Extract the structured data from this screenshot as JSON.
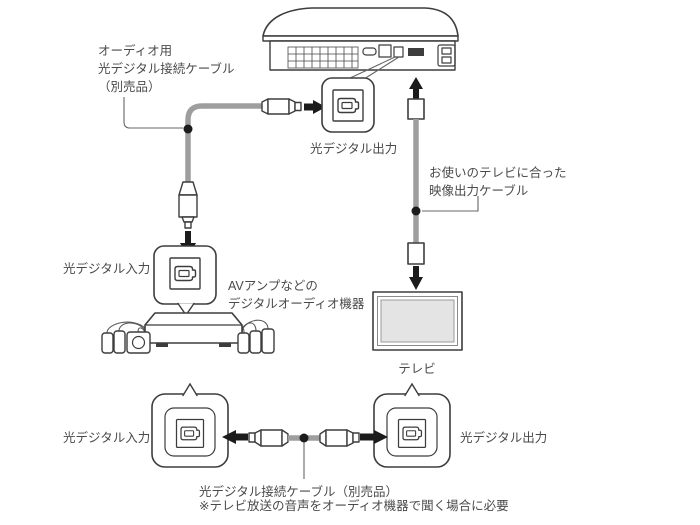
{
  "labels": {
    "audio_note": [
      "オーディオ用",
      "光デジタル接続ケーブル",
      "（別売品）"
    ],
    "optical_out_top": "光デジタル出力",
    "video_note": [
      "お使いのテレビに合った",
      "映像出力ケーブル"
    ],
    "optical_in_mid": "光デジタル入力",
    "av_device_note": [
      "AVアンプなどの",
      "デジタルオーディオ機器"
    ],
    "tv": "テレビ",
    "optical_in_bottom": "光デジタル入力",
    "optical_out_bottom": "光デジタル出力",
    "cable_caption": [
      "光デジタル接続ケーブル（別売品）",
      "※テレビ放送の音声をオーディオ機器で聞く場合に必要"
    ]
  },
  "colors": {
    "outline": "#3d3d3d",
    "cable": "#9e9e9e",
    "arrow": "#1c1c1c",
    "text": "#4a4a4a",
    "screen": "#e4e4e4"
  }
}
